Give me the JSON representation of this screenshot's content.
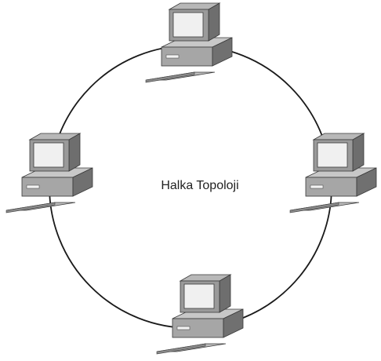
{
  "diagram": {
    "label": "Halka Topoloji",
    "topology": "ring",
    "nodes": [
      {
        "id": "pc-top",
        "icon": "desktop-computer-icon"
      },
      {
        "id": "pc-right",
        "icon": "desktop-computer-icon"
      },
      {
        "id": "pc-bottom",
        "icon": "desktop-computer-icon"
      },
      {
        "id": "pc-left",
        "icon": "desktop-computer-icon"
      }
    ],
    "colors": {
      "ring": "#1a1a1a",
      "monitor_body": "#9a9a9a",
      "monitor_side": "#6e6e6e",
      "screen": "#f0f0f0",
      "case_front": "#a6a6a6",
      "case_top": "#c8c8c8",
      "case_side": "#707070",
      "keyboard": "#bdbdbd",
      "outline": "#3a3a3a"
    }
  }
}
